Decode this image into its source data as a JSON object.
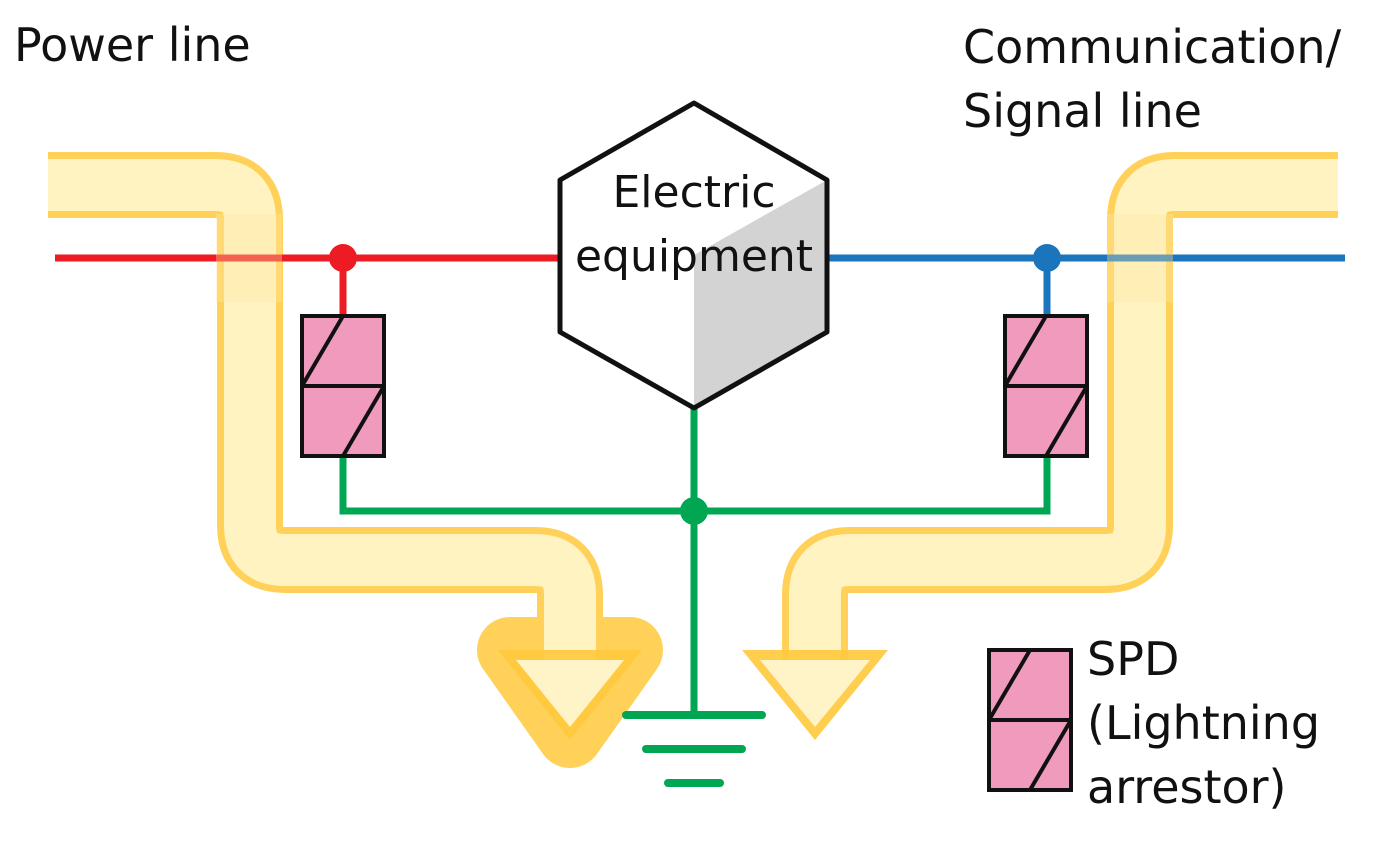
{
  "labels": {
    "power_line": "Power line",
    "comm_line_1": "Communication/",
    "comm_line_2": "Signal line",
    "equipment_1": "Electric",
    "equipment_2": "equipment",
    "legend_1": "SPD",
    "legend_2": "(Lightning",
    "legend_3": "arrestor)"
  },
  "colors": {
    "power_wire": "#ed1c24",
    "signal_wire": "#1b75bc",
    "ground_wire": "#00a651",
    "surge_path_fill": "#fff3c4",
    "surge_path_edge": "#ffc93c",
    "spd_fill": "#f09bbe",
    "equipment_shade": "#d3d3d3"
  }
}
